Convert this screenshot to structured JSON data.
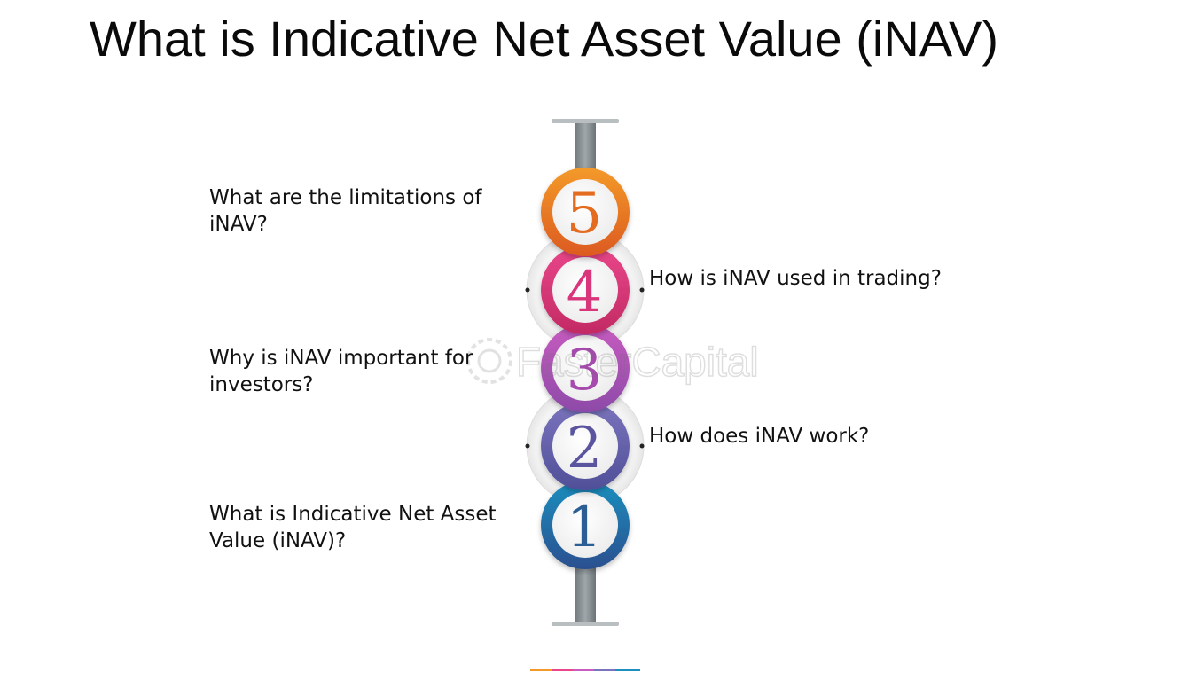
{
  "title": "What is Indicative Net Asset Value (iNAV)",
  "watermark": "FasterCapital",
  "colors": {
    "pole": "#8a9296",
    "step1": "#1f6fa4",
    "step2": "#6a5fa8",
    "step3": "#b04aa8",
    "step4": "#d93a74",
    "step5": "#ea7a22"
  },
  "steps": [
    {
      "number": "5",
      "label": "What are the limitations of iNAV?",
      "side": "left"
    },
    {
      "number": "4",
      "label": "How is iNAV used in trading?",
      "side": "right"
    },
    {
      "number": "3",
      "label": "Why is iNAV important for investors?",
      "side": "left"
    },
    {
      "number": "2",
      "label": "How does iNAV work?",
      "side": "right"
    },
    {
      "number": "1",
      "label": "What is Indicative Net Asset Value (iNAV)?",
      "side": "left"
    }
  ]
}
